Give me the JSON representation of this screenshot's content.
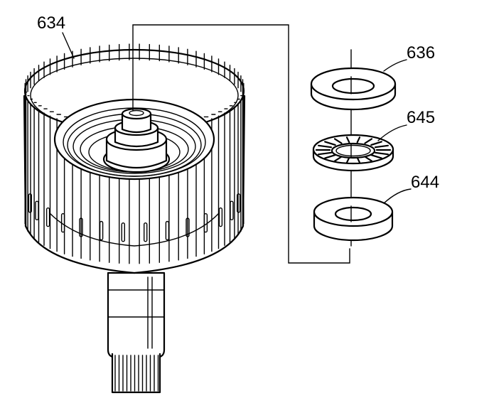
{
  "diagram": {
    "callouts": {
      "drum": "634",
      "washer_top": "636",
      "thrust_bearing": "645",
      "washer_bottom": "644"
    },
    "colors": {
      "ink": "#000000",
      "paper": "#ffffff"
    },
    "drum_spline_count": 34,
    "bearing_roller_count": 18
  }
}
